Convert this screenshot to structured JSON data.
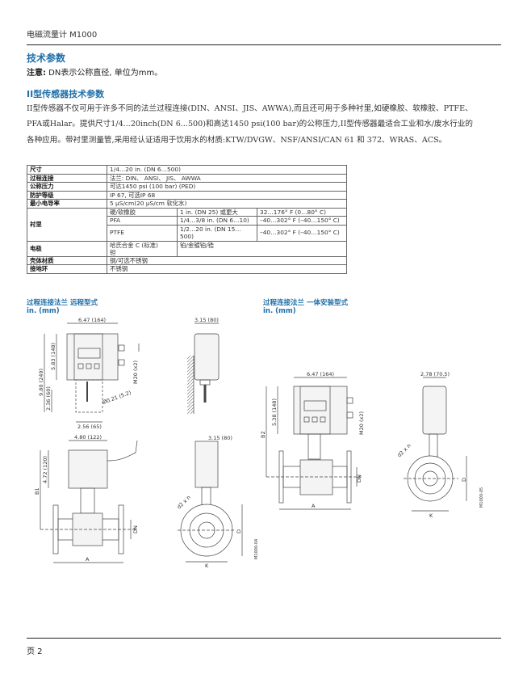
{
  "header": {
    "title": "电磁流量计 M1000"
  },
  "section": {
    "title": "技术参数",
    "note_label": "注意:",
    "note_text": " DN表示公称直径, 单位为mm。"
  },
  "sensor": {
    "title": "II型传感器技术参数",
    "paragraph": "II型传感器不仅可用于许多不同的法兰过程连接(DIN、ANSI、JIS、AWWA),而且还可用于多种衬里,如硬橡胶、软橡胶、PTFE、PFA或Halar。提供尺寸1/4...20inch(DN 6...500)和高达1450 psi(100 bar)的公称压力,II型传感器最适合工业和水/废水行业的各种应用。带衬里测量管,采用经认证适用于饮用水的材质:KTW/DVGW、NSF/ANSI/CAN 61 和 372、WRAS、ACS。"
  },
  "table": {
    "size": {
      "label": "尺寸",
      "value": "1/4…20 in. (DN 6…500)"
    },
    "process": {
      "label": "过程连接",
      "value": "法兰: DIN、 ANSI、 JIS、 AWWA"
    },
    "pressure": {
      "label": "公称压力",
      "value": "可达1450 psi (100 bar) (PED)"
    },
    "protection": {
      "label": "防护等级",
      "value": "IP 67, 可选IP 68"
    },
    "conductivity": {
      "label": "最小电导率",
      "value": "5 µS/cm(20 µS/cm 软化水)"
    },
    "lining": {
      "label": "衬里",
      "rows": [
        {
          "material": "硬/软橡胶",
          "size": "1 in. (DN 25) 或更大",
          "temp": "32…176° F (0…80° C)"
        },
        {
          "material": "PFA",
          "size": "1/4…3/8 in. (DN 6…10)",
          "temp": "–40…302° F (–40…150° C)"
        },
        {
          "material": "PTFE",
          "size": "1/2…20 in. (DN 15…500)",
          "temp": "–40…302° F (–40…150° C)"
        }
      ]
    },
    "electrode": {
      "label": "电极",
      "value1": "哈氏合金 C (标准)",
      "value1b": "钽",
      "value2": "铂/金镀铂/锆"
    },
    "housing": {
      "label": "壳体材质",
      "value": "钢/可选不锈钢"
    },
    "grounding": {
      "label": "接地环",
      "value": "不锈钢"
    }
  },
  "drawings": {
    "remote": {
      "title": "过程连接法兰  远程型式",
      "units": "in. (mm)",
      "dims": {
        "w_box": "6.47 (164)",
        "h_total": "9.80 (249)",
        "h_box": "5.83 (148)",
        "h_bracket": "2.36 (60)",
        "hole": "Ø0.21 (5.2)",
        "w_bracket": "2.56 (65)",
        "m20": "M20 (x2)",
        "side_depth": "3.15 (80)",
        "jbox_w": "4.80 (122)",
        "jbox_h": "4.72 (120)",
        "b1": "B1",
        "dn": "DN",
        "a": "A",
        "side2_depth": "3.15 (80)",
        "d2n": "d2 x n",
        "d": "D",
        "k": "K",
        "code": "M1000-04"
      }
    },
    "compact": {
      "title": "过程连接法兰  一体安装型式",
      "units": "in. (mm)",
      "dims": {
        "w_box": "6.47 (164)",
        "h_box": "5.38 (148)",
        "b2": "B2",
        "m20": "M20 (x2)",
        "dn": "DN",
        "a": "A",
        "side_depth": "2.78 (70.5)",
        "d2n": "d2 x n",
        "d": "D",
        "k": "K",
        "code": "M1000-05"
      }
    }
  },
  "footer": {
    "page": "页 2"
  }
}
